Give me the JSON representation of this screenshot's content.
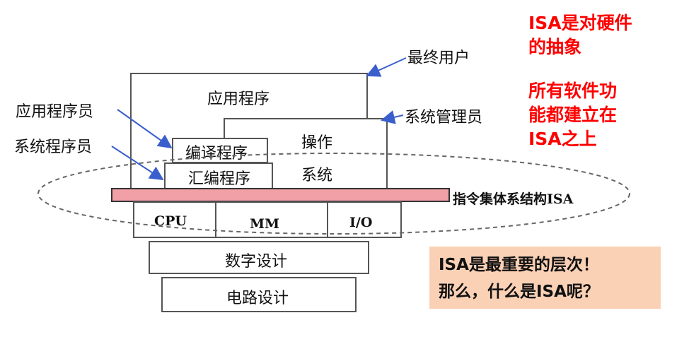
{
  "layers": {
    "app_programs": "应用程序",
    "os_top": "操作",
    "os_bottom": "系统",
    "compiler": "编译程序",
    "assembler": "汇编程序",
    "isa_label": "指令集体系结构ISA",
    "cpu": "CPU",
    "mm": "MM",
    "io": "I/O",
    "digital_design": "数字设计",
    "circuit_design": "电路设计"
  },
  "roles": {
    "end_user": "最终用户",
    "sys_admin": "系统管理员",
    "app_programmer": "应用程序员",
    "sys_programmer": "系统程序员"
  },
  "notes": {
    "note1_line1": "ISA是对硬件",
    "note1_line2": "的抽象",
    "note2_line1": "所有软件功",
    "note2_line2": "能都建立在",
    "note2_line3": "ISA之上"
  },
  "callout": {
    "line1": "ISA是最重要的层次！",
    "line2": "那么，什么是ISA呢？"
  },
  "colors": {
    "isa_bar": "#f2a0a8",
    "arrow": "#3a5fcd",
    "note_red": "#ff0000",
    "callout_bg": "#fbd1b6"
  }
}
